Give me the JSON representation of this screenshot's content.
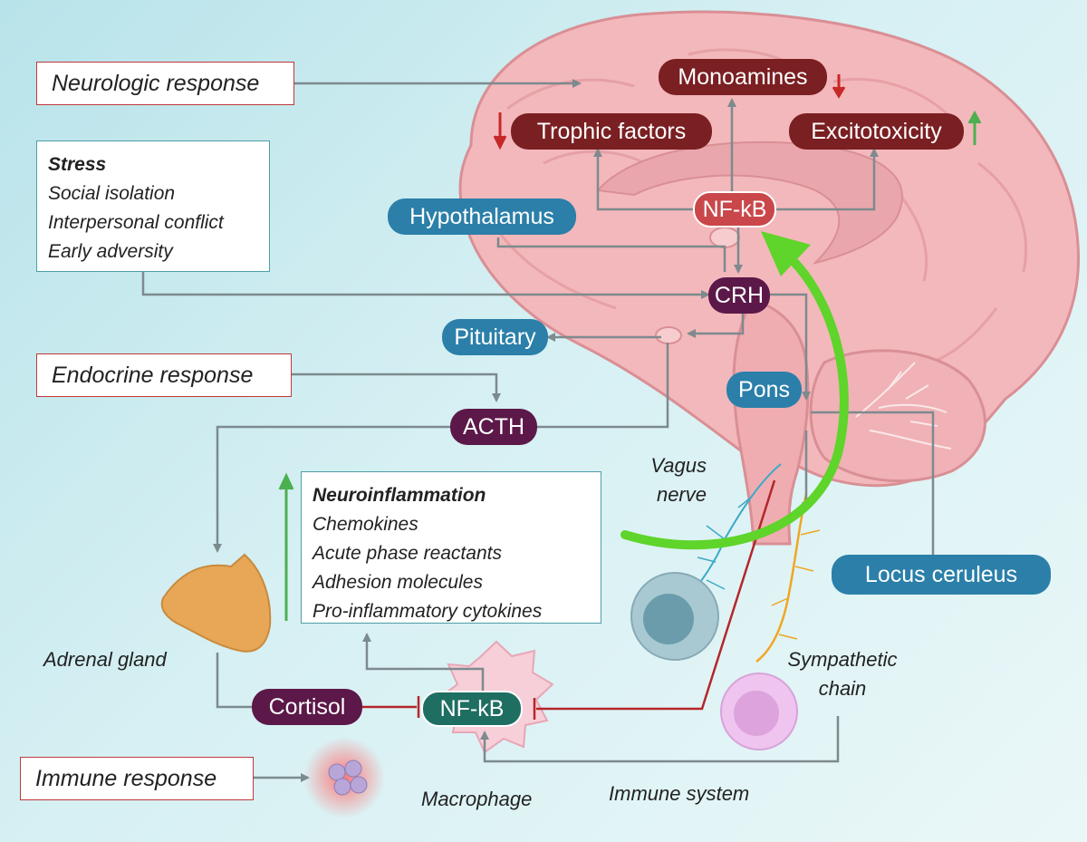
{
  "responses": {
    "neurologic": "Neurologic response",
    "endocrine": "Endocrine response",
    "immune": "Immune response"
  },
  "stress_box": {
    "heading": "Stress",
    "items": [
      "Social isolation",
      "Interpersonal conflict",
      "Early adversity"
    ]
  },
  "neuroinflammation_box": {
    "heading": "Neuroinflammation",
    "items": [
      "Chemokines",
      "Acute phase reactants",
      "Adhesion molecules",
      "Pro-inflammatory cytokines"
    ]
  },
  "brain_labels": {
    "monoamines": "Monoamines",
    "trophic_factors": "Trophic factors",
    "excitotoxicity": "Excitotoxicity",
    "nfkb_brain": "NF-kB",
    "hypothalamus": "Hypothalamus",
    "crh": "CRH",
    "pituitary": "Pituitary",
    "pons": "Pons",
    "acth": "ACTH",
    "locus_ceruleus": "Locus ceruleus"
  },
  "body_labels": {
    "cortisol": "Cortisol",
    "nfkb_macrophage": "NF-kB",
    "vagus_nerve": "Vagus\nnerve",
    "adrenal_gland": "Adrenal gland",
    "sympathetic_chain": "Sympathetic\nchain",
    "macrophage": "Macrophage",
    "immune_system": "Immune system"
  },
  "colors": {
    "arrow_gray": "#7d8a8e",
    "inhibit_red": "#b5262a",
    "increase_green": "#4caf50",
    "decrease_red": "#c62828",
    "big_arrow_green": "#5fd42a",
    "brain_fill": "#f3b8bb",
    "brain_outline": "#d98f95"
  }
}
